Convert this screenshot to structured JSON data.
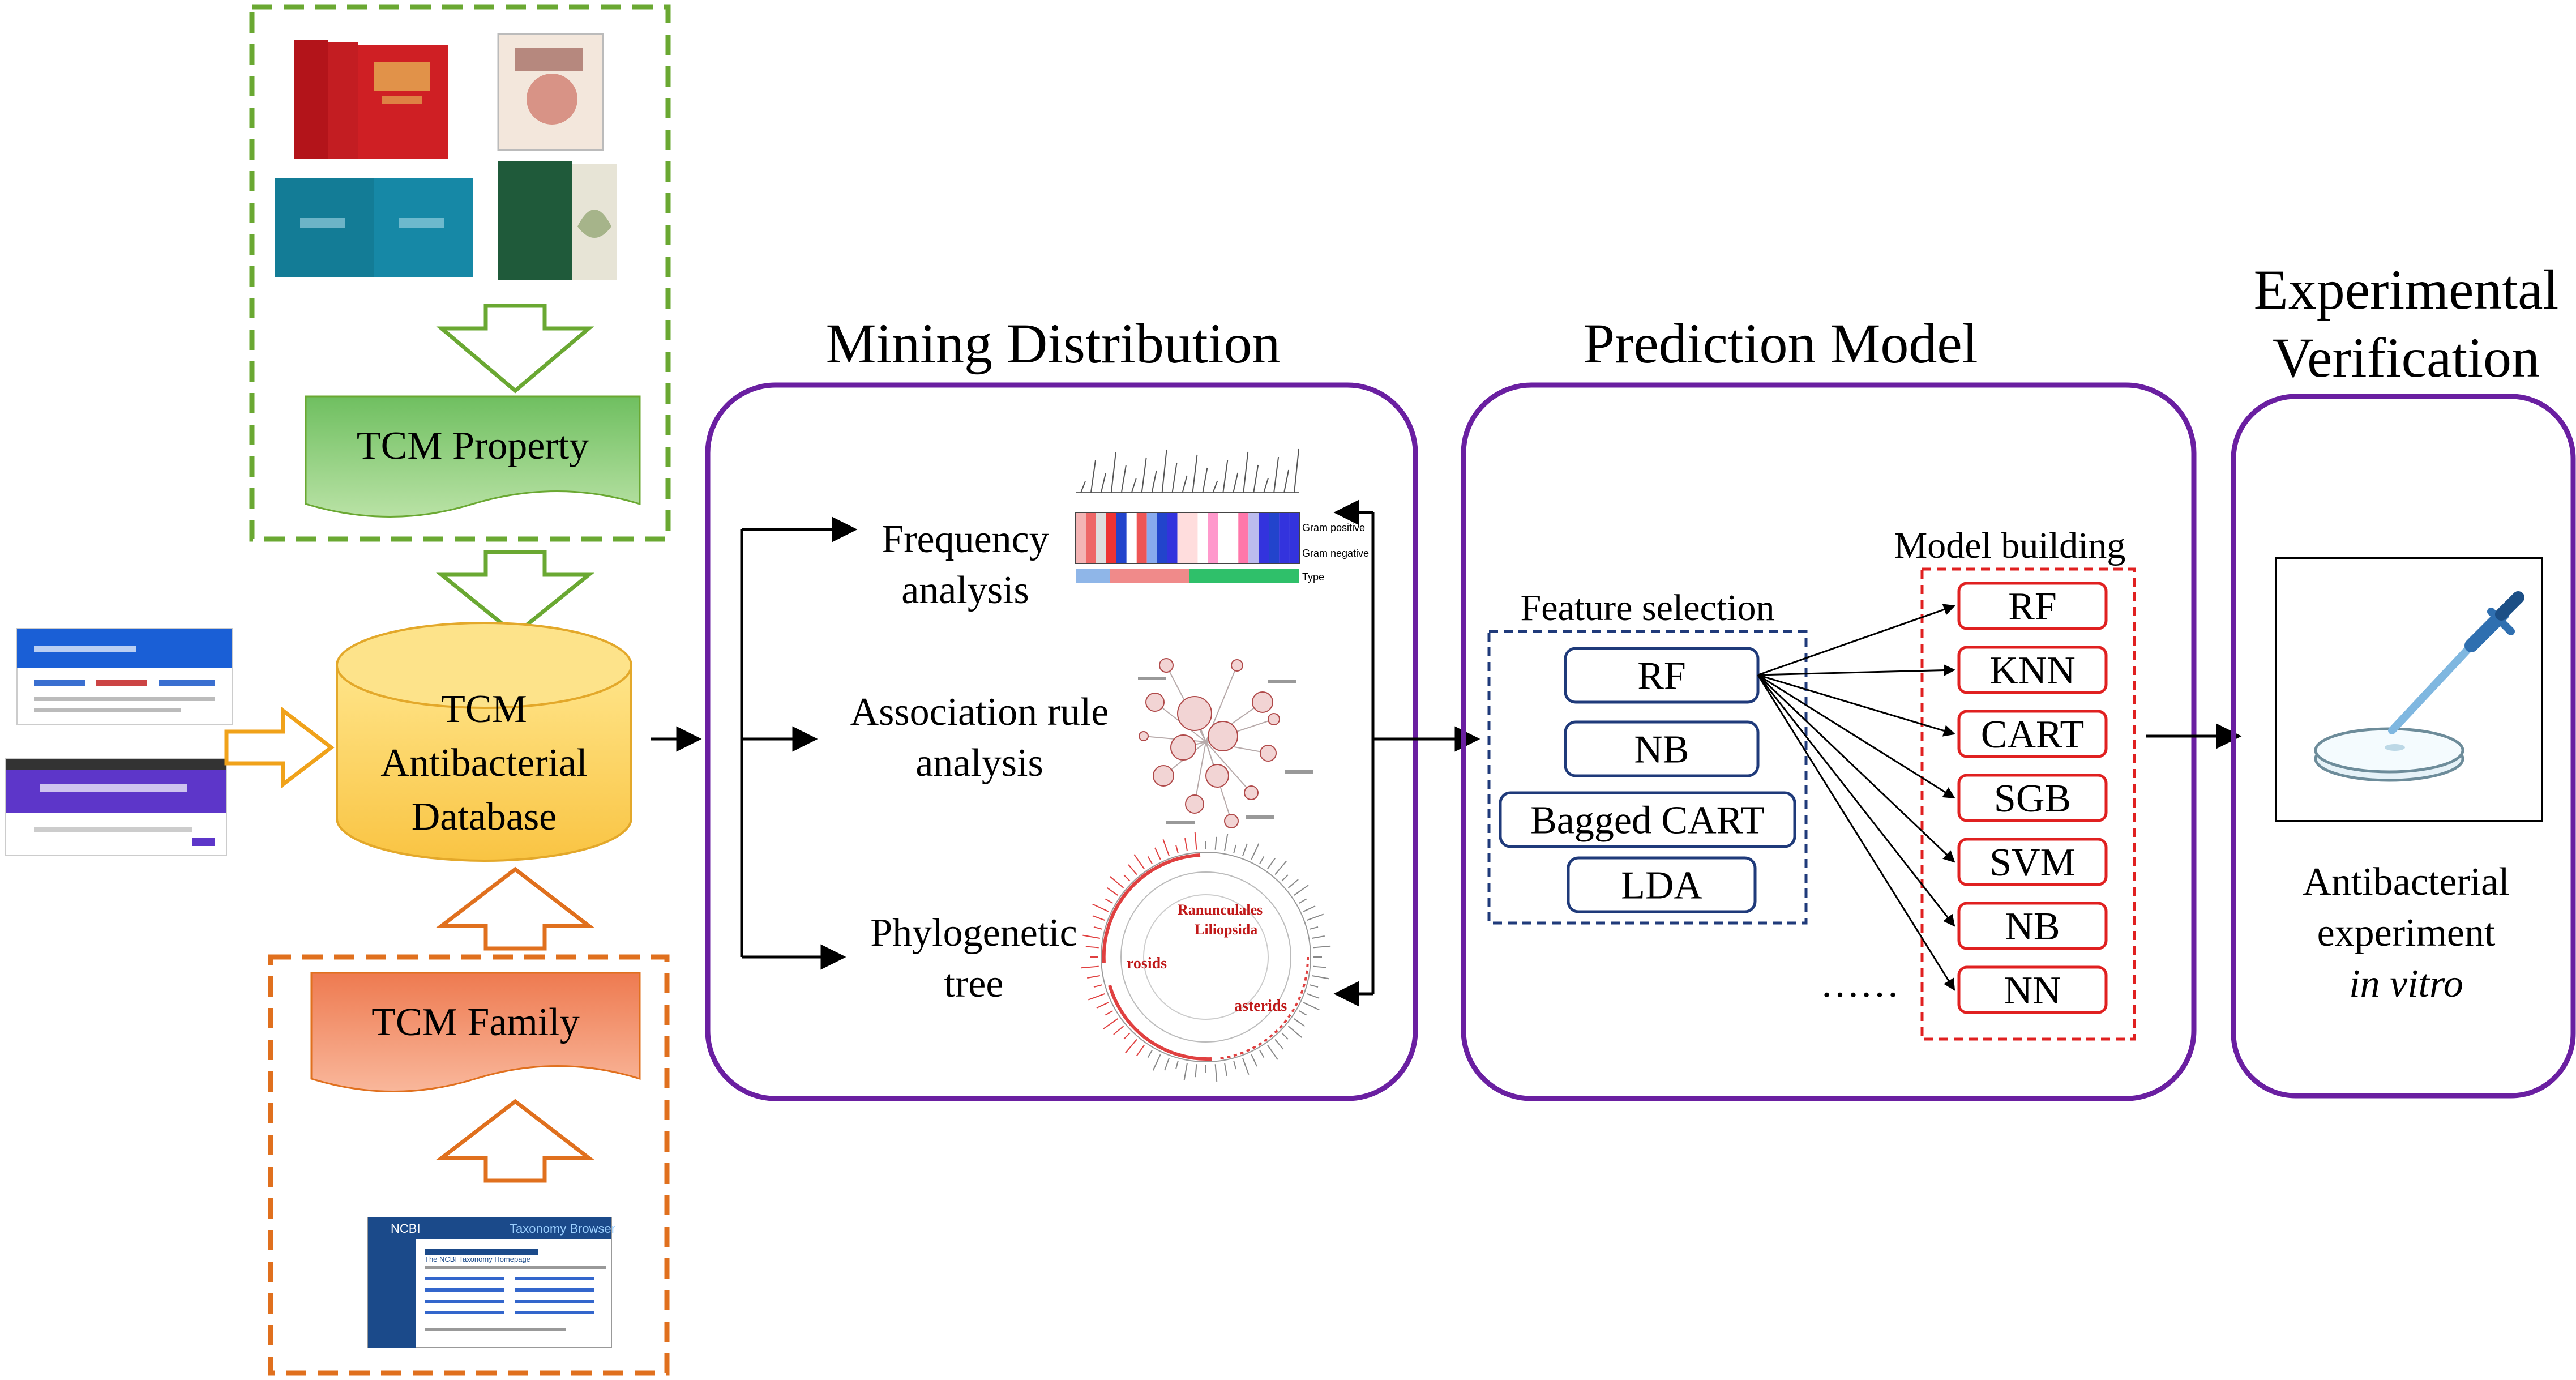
{
  "database": {
    "line1": "TCM",
    "line2": "Antibacterial",
    "line3": "Database"
  },
  "property_label": "TCM Property",
  "family_label": "TCM Family",
  "sections": {
    "mining": "Mining Distribution",
    "prediction": "Prediction Model",
    "experimental_line1": "Experimental",
    "experimental_line2": "Verification"
  },
  "mining_items": {
    "frequency_line1": "Frequency",
    "frequency_line2": "analysis",
    "association_line1": "Association rule",
    "association_line2": "analysis",
    "phylo_line1": "Phylogenetic",
    "phylo_line2": "tree"
  },
  "heatmap": {
    "row1_label": "Gram positive",
    "row2_label": "Gram negative",
    "row3_label": "Type"
  },
  "phylo_labels": {
    "a": "Ranunculales",
    "b": "Liliopsida",
    "c": "rosids",
    "d": "asterids"
  },
  "feature_selection": {
    "title": "Feature selection",
    "items": [
      "RF",
      "NB",
      "Bagged CART",
      "LDA"
    ]
  },
  "model_building": {
    "title": "Model building",
    "items": [
      "RF",
      "KNN",
      "CART",
      "SGB",
      "SVM",
      "NB",
      "NN"
    ],
    "ellipsis": "……"
  },
  "experiment": {
    "line1": "Antibacterial",
    "line2": "experiment",
    "line3": "in vitro"
  },
  "ncbi": {
    "title": "The NCBI Taxonomy Homepage",
    "header": "Taxonomy Browser",
    "logo": "NCBI"
  },
  "colors": {
    "purple": "#6a1fa1",
    "green_dash": "#6aa832",
    "orange_dash": "#e0701e",
    "db_fill": "#fcd15a",
    "property_fill": "#8fce7a",
    "family_fill": "#f3936a",
    "navy_dash": "#1f3a7a",
    "red_dash": "#e02020"
  }
}
